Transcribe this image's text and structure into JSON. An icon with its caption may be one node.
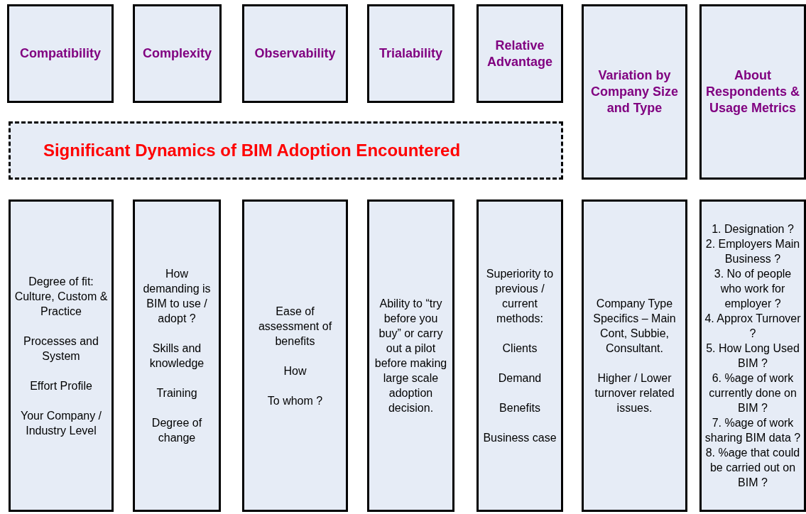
{
  "diagram": {
    "nodes": [
      {
        "text": [
          "Compatibility"
        ]
      },
      {
        "text": [
          "Complexity"
        ]
      },
      {
        "text": [
          "Observability"
        ]
      },
      {
        "text": [
          "Trialability"
        ]
      },
      {
        "text": [
          "Relative Advantage"
        ]
      },
      {
        "text": [
          "Variation by Company Size and Type"
        ]
      },
      {
        "text": [
          "About Respondents & Usage Metrics"
        ]
      },
      {
        "text": [
          "Significant Dynamics of BIM Adoption Encountered"
        ]
      },
      {
        "text": [
          "Degree of fit: Culture, Custom & Practice",
          "Processes and System",
          "Effort Profile",
          "Your Company / Industry Level"
        ]
      },
      {
        "text": [
          "How demanding is BIM to use / adopt ?",
          "Skills and knowledge",
          "Training",
          "Degree of change"
        ]
      },
      {
        "text": [
          "Ease of assessment of benefits",
          "How",
          "To whom ?"
        ]
      },
      {
        "text": [
          "Ability to “try before you buy” or carry out a pilot before making large scale adoption decision."
        ]
      },
      {
        "text": [
          "Superiority to previous / current methods:",
          "Clients",
          "Demand",
          "Benefits",
          "Business case"
        ]
      },
      {
        "text": [
          "Company Type Specifics – Main Cont, Subbie, Consultant.",
          "Higher / Lower turnover related issues."
        ]
      },
      {
        "text": [
          "1. Designation ?",
          "2. Employers Main Business ?",
          "3. No of people who work for employer ?",
          "4. Approx Turnover ?",
          "5. How Long Used BIM ?",
          "6. %age of work currently done on BIM ?",
          "7. %age of work sharing BIM data ?",
          "8. %age that could be carried out on BIM ?"
        ]
      }
    ],
    "edges": []
  }
}
